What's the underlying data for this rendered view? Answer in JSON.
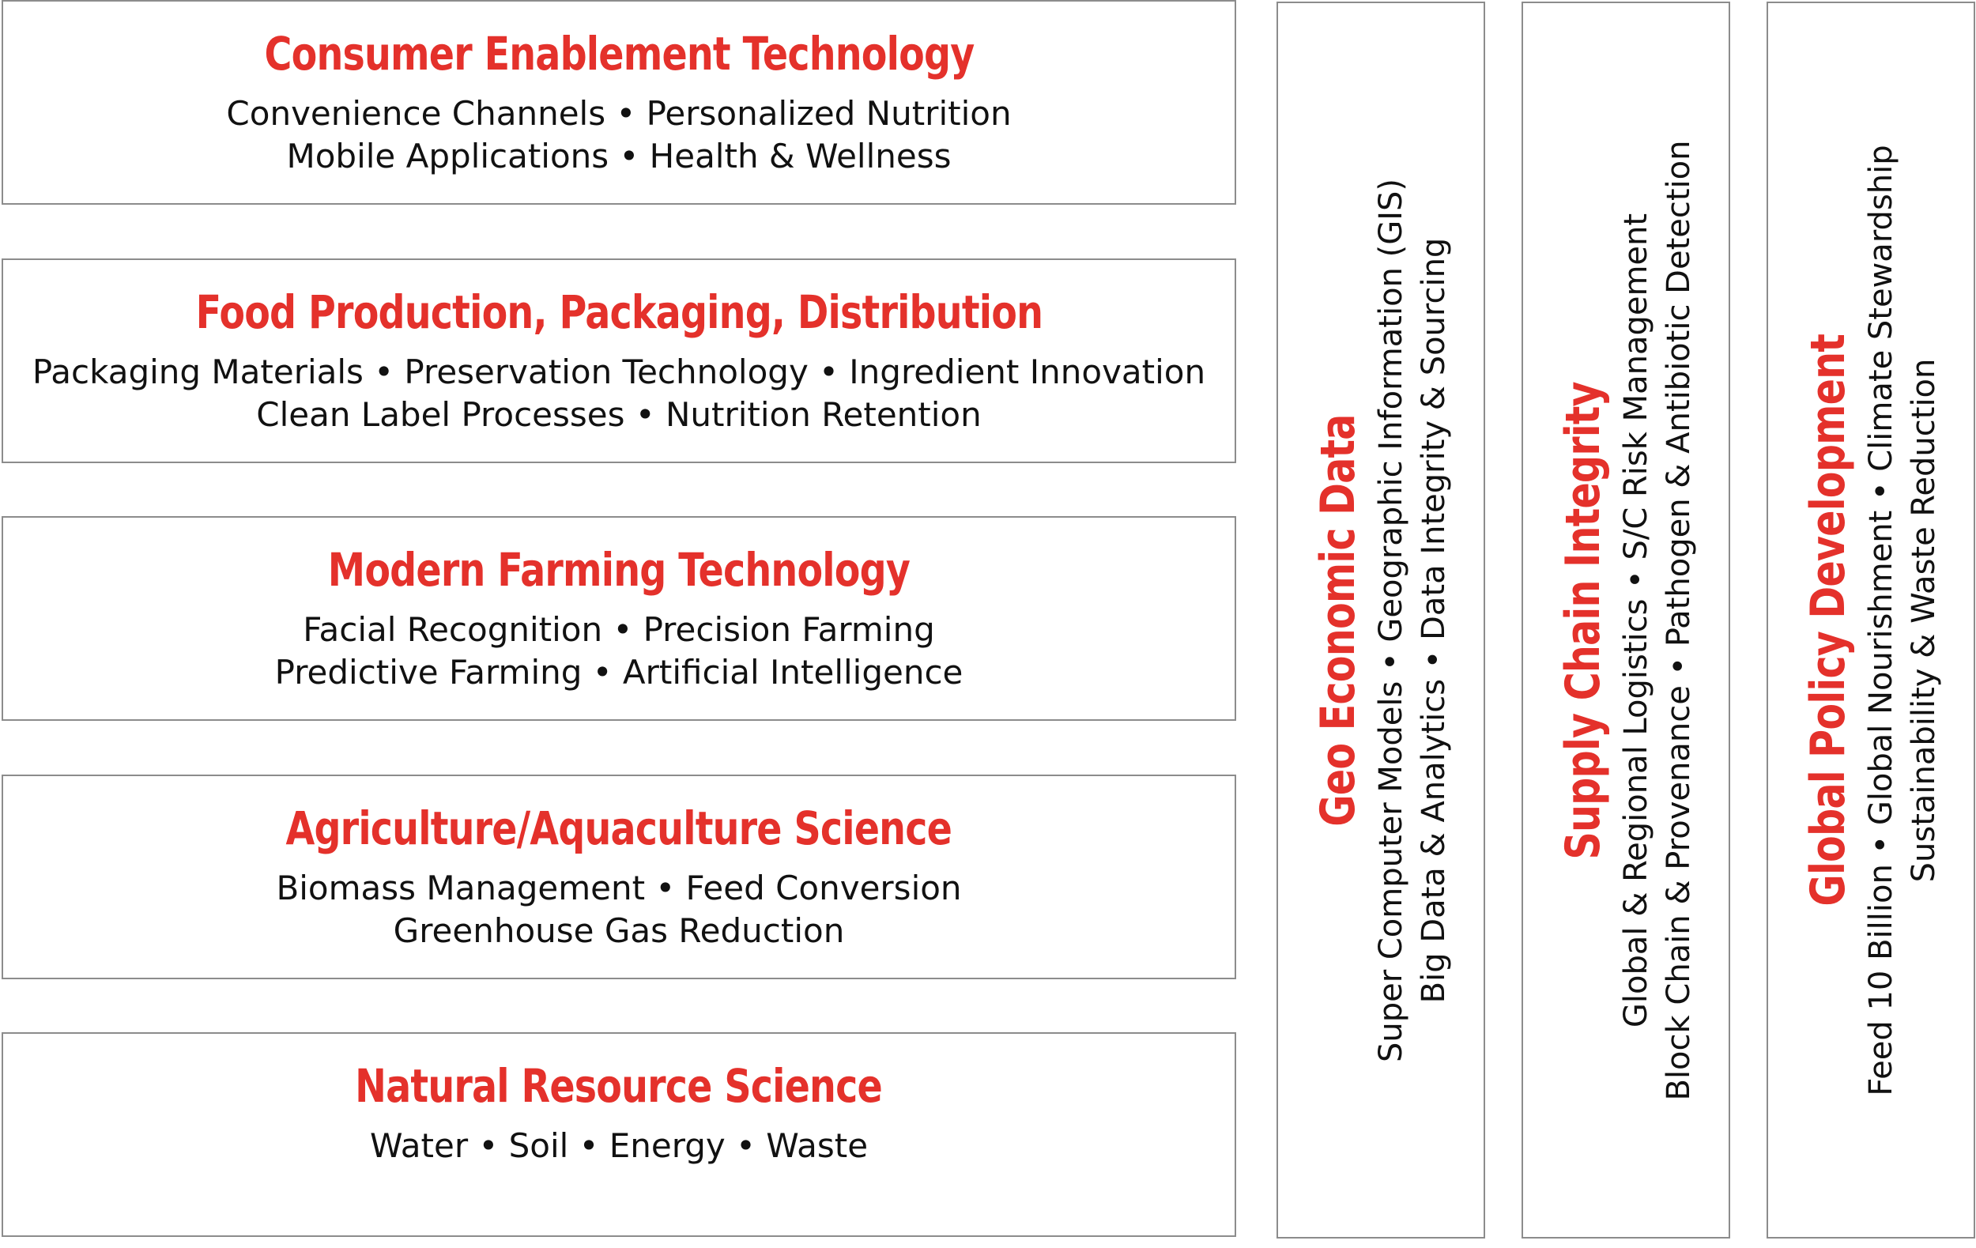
{
  "layers": [
    {
      "title": "Consumer Enablement Technology",
      "lines": [
        "Convenience Channels • Personalized Nutrition",
        "Mobile Applications • Health & Wellness"
      ]
    },
    {
      "title": "Food Production, Packaging, Distribution",
      "lines": [
        "Packaging Materials • Preservation Technology • Ingredient Innovation",
        "Clean Label Processes • Nutrition Retention"
      ]
    },
    {
      "title": "Modern Farming Technology",
      "lines": [
        "Facial Recognition • Precision Farming",
        "Predictive Farming • Artificial Intelligence"
      ]
    },
    {
      "title": "Agriculture/Aquaculture Science",
      "lines": [
        "Biomass Management • Feed Conversion",
        "Greenhouse Gas Reduction"
      ]
    },
    {
      "title": "Natural Resource Science",
      "lines": [
        "Water • Soil • Energy • Waste"
      ]
    }
  ],
  "pillars": [
    {
      "title": "Geo Economic Data",
      "lines": [
        "Super Computer Models • Geographic Information (GIS)",
        "Big Data & Analytics • Data Integrity & Sourcing"
      ]
    },
    {
      "title": "Supply Chain Integrity",
      "lines": [
        "Global & Regional Logistics • S/C Risk Management",
        "Block Chain & Provenance • Pathogen & Antibiotic Detection"
      ]
    },
    {
      "title": "Global Policy Development",
      "lines": [
        "Feed 10 Billion • Global Nourishment • Climate Stewardship",
        "Sustainability & Waste Reduction"
      ]
    }
  ],
  "colors": {
    "title_red": "#e4312b",
    "body_text": "#111111",
    "border_gray": "#8c8c8c"
  }
}
